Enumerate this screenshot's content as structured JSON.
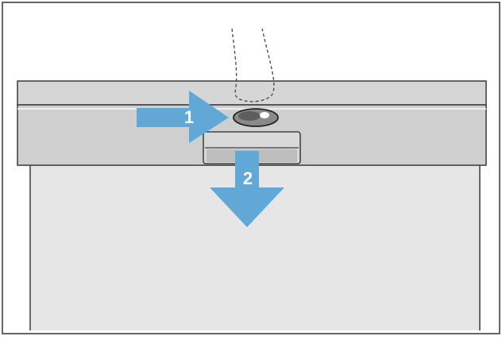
{
  "steps": [
    {
      "number": "1",
      "direction": "right"
    },
    {
      "number": "2",
      "direction": "down"
    }
  ],
  "colors": {
    "arrow": "#62a8d6",
    "arrow_text": "#ffffff",
    "border": "#333333",
    "door_top": "#d6d6d6",
    "control_panel": "#cfcfcf",
    "door_front": "#e6e6e6",
    "handle": "#d9d9d9",
    "latch": "#8a8a8a"
  }
}
